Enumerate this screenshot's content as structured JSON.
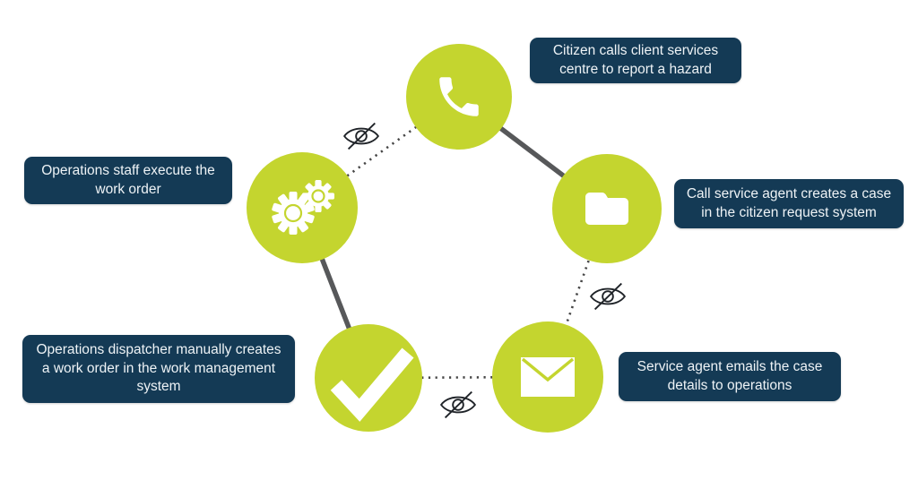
{
  "diagram": {
    "name": "manual-hazard-report-process",
    "colors": {
      "node_fill": "#c4d52f",
      "label_background": "#143a55",
      "label_text": "#eef3f6",
      "solid_link": "#57585a",
      "dotted_link": "#454545",
      "eye_icon": "#1f2328"
    },
    "steps": [
      {
        "id": "citizen-call",
        "icon": "phone-icon",
        "label": "Citizen calls client services centre to report a hazard"
      },
      {
        "id": "create-case",
        "icon": "folder-icon",
        "label": "Call service agent creates a case in the citizen request system"
      },
      {
        "id": "email-operations",
        "icon": "envelope-icon",
        "label": "Service agent emails the case details to operations"
      },
      {
        "id": "create-work-order",
        "icon": "checkmark-icon",
        "label": "Operations dispatcher manually creates a work order in the work management system"
      },
      {
        "id": "execute-work-order",
        "icon": "gears-icon",
        "label": "Operations staff execute the work order"
      }
    ],
    "links": [
      {
        "from": "citizen-call",
        "to": "create-case",
        "style": "solid"
      },
      {
        "from": "create-case",
        "to": "email-operations",
        "style": "dotted",
        "badge": "eye-slash-icon"
      },
      {
        "from": "email-operations",
        "to": "create-work-order",
        "style": "dotted",
        "badge": "eye-slash-icon"
      },
      {
        "from": "create-work-order",
        "to": "execute-work-order",
        "style": "solid"
      },
      {
        "from": "execute-work-order",
        "to": "citizen-call",
        "style": "dotted",
        "badge": "eye-slash-icon"
      }
    ]
  }
}
